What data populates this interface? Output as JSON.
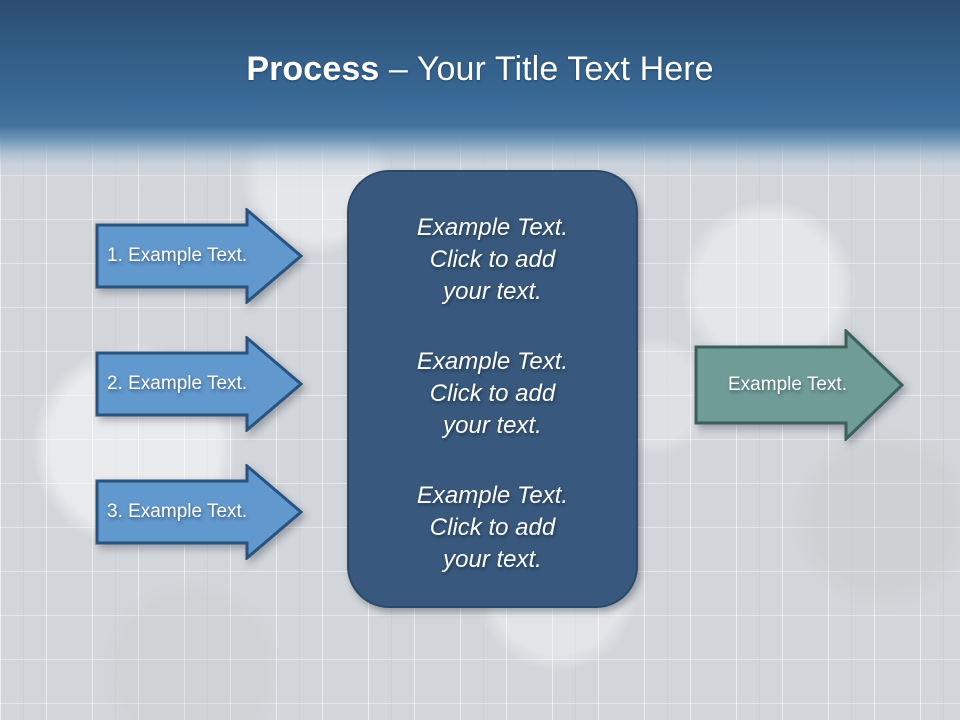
{
  "slide": {
    "title_bold": "Process",
    "title_rest": " – Your Title Text Here"
  },
  "colors": {
    "header_top": "#2b4e72",
    "header_mid": "#3a6a97",
    "background": "#d2d5da",
    "center_box_fill": "#38597d",
    "center_box_border": "#2b4a6b",
    "blue_arrow_fill": "#6198cd",
    "blue_arrow_border": "#29527c",
    "green_arrow_fill": "#709c97",
    "green_arrow_border": "#3c5f5d",
    "text_white": "#ffffff"
  },
  "left_arrows": [
    {
      "label": "1. Example Text."
    },
    {
      "label": "2. Example Text."
    },
    {
      "label": "3. Example Text."
    }
  ],
  "center_box": {
    "blocks": [
      "Example Text.\nClick  to add\nyour text.",
      "Example Text.\nClick  to add\nyour text.",
      "Example Text.\nClick  to add\nyour text."
    ]
  },
  "right_arrow": {
    "label": "Example Text."
  }
}
